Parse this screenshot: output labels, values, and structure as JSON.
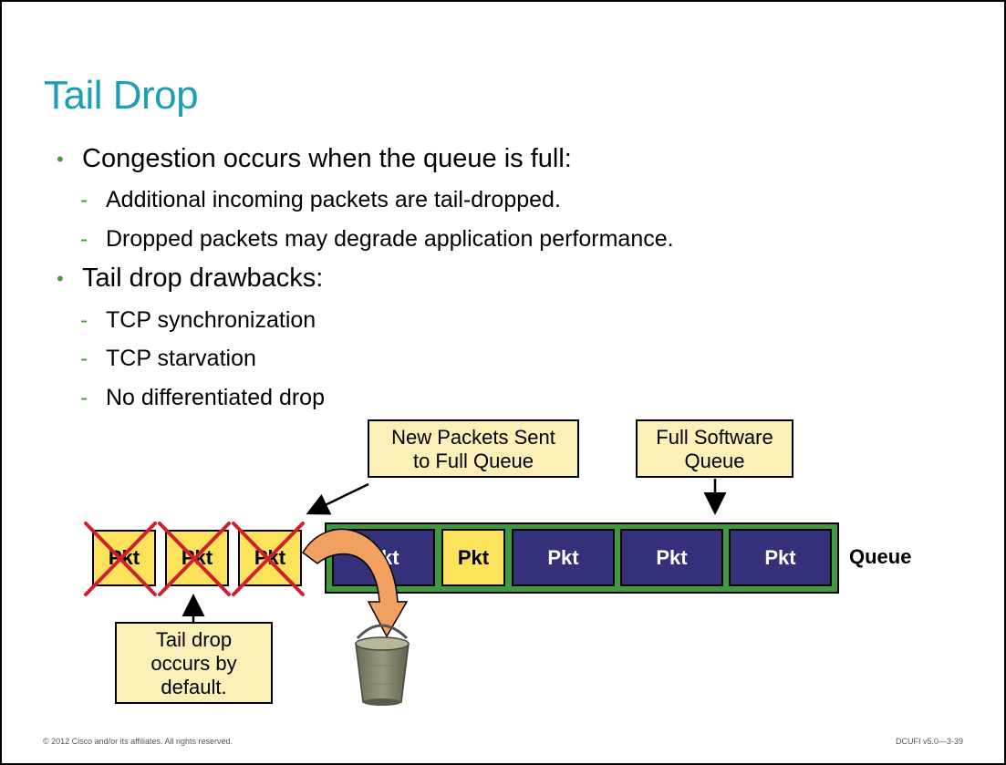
{
  "slide": {
    "title": "Tail Drop",
    "bullets": [
      {
        "text": "Congestion occurs when the queue is full:",
        "subs": [
          "Additional incoming packets are tail-dropped.",
          "Dropped packets may degrade application performance."
        ]
      },
      {
        "text": "Tail drop drawbacks:",
        "subs": [
          "TCP synchronization",
          "TCP starvation",
          "No differentiated drop"
        ]
      }
    ],
    "bullet_marker": "•",
    "sub_marker": "-"
  },
  "diagram": {
    "callouts": {
      "new_packets": [
        "New Packets Sent",
        "to Full Queue"
      ],
      "full_queue": [
        "Full Software",
        "Queue"
      ],
      "tail_drop": [
        "Tail drop",
        "occurs by",
        "default."
      ]
    },
    "dropped_packets": [
      "Pkt",
      "Pkt",
      "Pkt"
    ],
    "queue_packets": [
      {
        "label": "Pkt",
        "color": "blue"
      },
      {
        "label": "Pkt",
        "color": "yellow"
      },
      {
        "label": "Pkt",
        "color": "blue"
      },
      {
        "label": "Pkt",
        "color": "blue"
      },
      {
        "label": "Pkt",
        "color": "blue"
      }
    ],
    "queue_label": "Queue",
    "colors": {
      "yellow": "#fde35a",
      "blue": "#35307a",
      "queue_green": "#3f9a3f",
      "cross_red": "#d02030",
      "arrow_orange": "#f2a060",
      "title_teal": "#1aa0b4"
    }
  },
  "footer": {
    "copyright": "© 2012 Cisco and/or its affiliates. All rights reserved.",
    "code": "DCUFI v5.0—3-39"
  }
}
